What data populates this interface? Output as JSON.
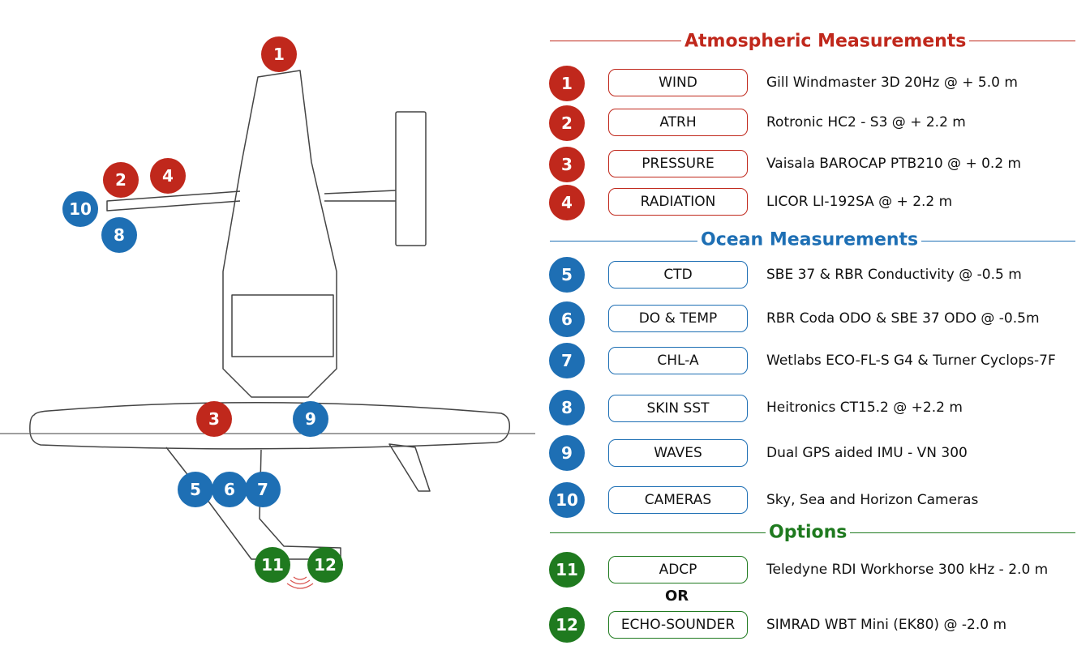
{
  "colors": {
    "atmospheric": "#c0281c",
    "ocean": "#1e6fb4",
    "options": "#1f7a1f",
    "outline": "#444444"
  },
  "sections": {
    "atmospheric": {
      "title": "Atmospheric Measurements"
    },
    "ocean": {
      "title": "Ocean Measurements"
    },
    "options": {
      "title": "Options"
    }
  },
  "or_label": "OR",
  "items": [
    {
      "number": "1",
      "label": "WIND",
      "description": "Gill Windmaster 3D 20Hz @ + 5.0 m",
      "group": "atmospheric"
    },
    {
      "number": "2",
      "label": "ATRH",
      "description": "Rotronic HC2 - S3 @ + 2.2 m",
      "group": "atmospheric"
    },
    {
      "number": "3",
      "label": "PRESSURE",
      "description": "Vaisala BAROCAP PTB210 @ + 0.2 m",
      "group": "atmospheric"
    },
    {
      "number": "4",
      "label": "RADIATION",
      "description": "LICOR LI-192SA @ + 2.2 m",
      "group": "atmospheric"
    },
    {
      "number": "5",
      "label": "CTD",
      "description": "SBE 37 & RBR Conductivity @ -0.5 m",
      "group": "ocean"
    },
    {
      "number": "6",
      "label": "DO & TEMP",
      "description": "RBR Coda ODO & SBE 37 ODO @ -0.5m",
      "group": "ocean"
    },
    {
      "number": "7",
      "label": "CHL-A",
      "description": "Wetlabs ECO-FL-S G4 & Turner Cyclops-7F",
      "group": "ocean"
    },
    {
      "number": "8",
      "label": "SKIN SST",
      "description": "Heitronics CT15.2 @ +2.2 m",
      "group": "ocean"
    },
    {
      "number": "9",
      "label": "WAVES",
      "description": "Dual GPS aided IMU - VN 300",
      "group": "ocean"
    },
    {
      "number": "10",
      "label": "CAMERAS",
      "description": "Sky, Sea and Horizon Cameras",
      "group": "ocean"
    },
    {
      "number": "11",
      "label": "ADCP",
      "description": "Teledyne RDI Workhorse 300 kHz - 2.0 m",
      "group": "options"
    },
    {
      "number": "12",
      "label": "ECHO-SOUNDER",
      "description": "SIMRAD WBT Mini (EK80) @ -2.0 m",
      "group": "options"
    }
  ],
  "diagram_markers": [
    {
      "number": "1",
      "group": "atmospheric"
    },
    {
      "number": "2",
      "group": "atmospheric"
    },
    {
      "number": "4",
      "group": "atmospheric"
    },
    {
      "number": "10",
      "group": "ocean"
    },
    {
      "number": "8",
      "group": "ocean"
    },
    {
      "number": "3",
      "group": "atmospheric"
    },
    {
      "number": "9",
      "group": "ocean"
    },
    {
      "number": "5",
      "group": "ocean"
    },
    {
      "number": "6",
      "group": "ocean"
    },
    {
      "number": "7",
      "group": "ocean"
    },
    {
      "number": "11",
      "group": "options"
    },
    {
      "number": "12",
      "group": "options"
    }
  ]
}
